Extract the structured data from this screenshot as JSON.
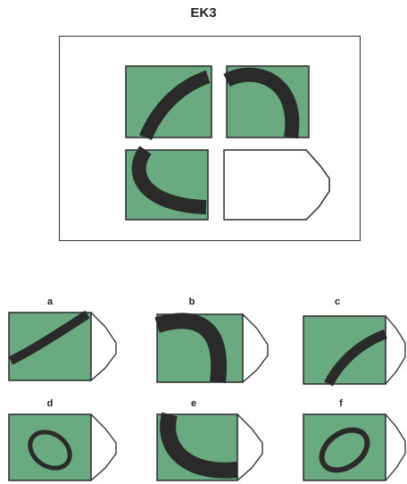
{
  "title": "EK3",
  "colors": {
    "tile_green": "#6aaa80",
    "stroke_dark": "#2a2a2a",
    "frame": "#333333",
    "background": "#ffffff"
  },
  "options": [
    {
      "label": "a",
      "content": "thin-diagonal-arc"
    },
    {
      "label": "b",
      "content": "thick-arc-top-right"
    },
    {
      "label": "c",
      "content": "thin-diagonal-arc-lower"
    },
    {
      "label": "d",
      "content": "small-ellipse-ring"
    },
    {
      "label": "e",
      "content": "thick-arc-bottom"
    },
    {
      "label": "f",
      "content": "small-ellipse-ring-tilted"
    }
  ]
}
